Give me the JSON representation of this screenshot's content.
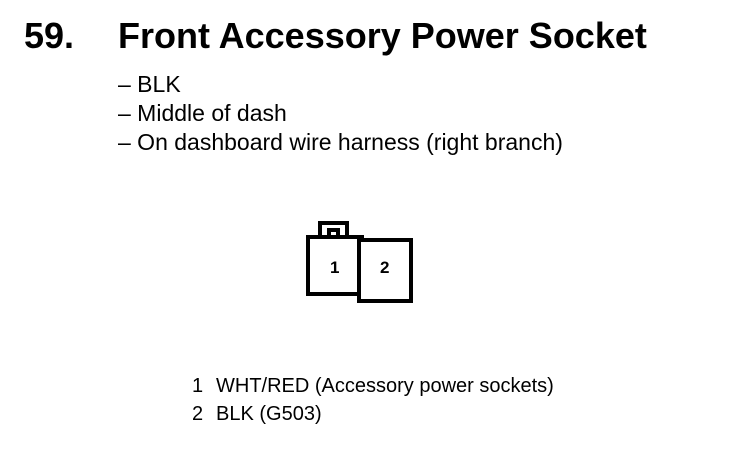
{
  "heading": {
    "number": "59.",
    "title": "Front Accessory Power Socket"
  },
  "details": [
    "– BLK",
    "– Middle of dash",
    "– On dashboard wire harness (right branch)"
  ],
  "connector": {
    "cavities": [
      "1",
      "2"
    ]
  },
  "pins": [
    {
      "num": "1",
      "desc": "WHT/RED (Accessory power sockets)"
    },
    {
      "num": "2",
      "desc": "BLK (G503)"
    }
  ]
}
